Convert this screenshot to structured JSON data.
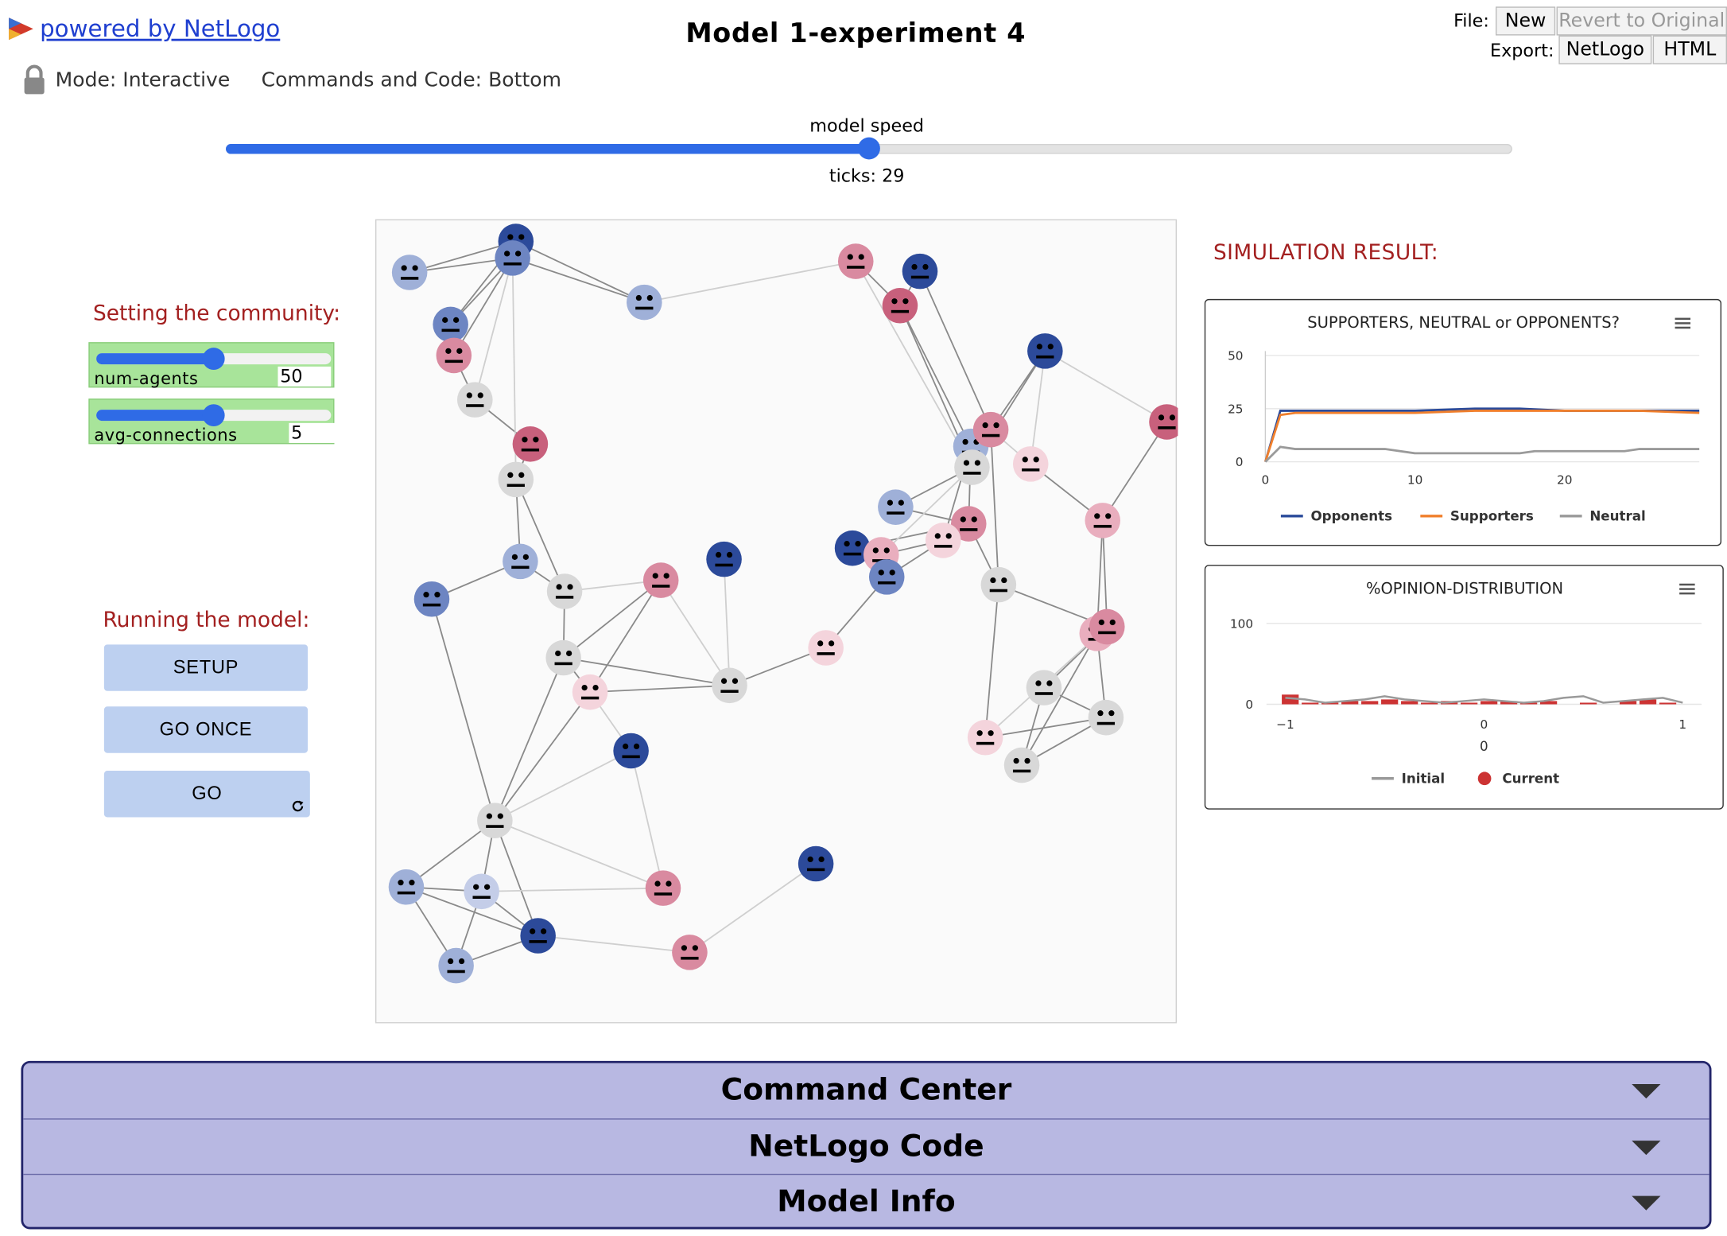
{
  "header": {
    "powered_by": "powered by NetLogo",
    "title": "Model 1-experiment 4",
    "mode": "Mode: Interactive",
    "commands_and_code": "Commands and Code: Bottom",
    "file_label": "File:",
    "export_label": "Export:",
    "new_button": "New",
    "revert_button": "Revert to Original",
    "export_netlogo": "NetLogo",
    "export_html": "HTML"
  },
  "speed": {
    "label": "model speed",
    "value_fraction": 0.5,
    "ticks": "ticks: 29"
  },
  "setup_section": {
    "title": "Setting the community:",
    "num_agents": {
      "name": "num-agents",
      "value": "50",
      "fraction": 0.5
    },
    "avg_connections": {
      "name": "avg-connections",
      "value": "5",
      "fraction": 0.5
    }
  },
  "run_section": {
    "title": "Running the model:",
    "setup": "SETUP",
    "go_once": "GO ONCE",
    "go": "GO"
  },
  "simulation_label": "SIMULATION RESULT:",
  "colors": {
    "accent_red": "#a32020",
    "slider_bg": "#a8e49a",
    "slider_blue": "#2f6be6",
    "button_bg": "#bdd0f0",
    "accordion_bg": "#b8b8e2",
    "opponents": "#2a4a9a",
    "supporters": "#f07f2c",
    "neutral": "#9a9a9a",
    "current": "#cc3333"
  },
  "chart_data": [
    {
      "type": "line",
      "title": "SUPPORTERS, NEUTRAL or OPPONENTS?",
      "xlim": [
        0,
        29
      ],
      "ylim": [
        0,
        50
      ],
      "yticks": [
        0,
        25,
        50
      ],
      "xticks": [
        0,
        10,
        20
      ],
      "legend": "bottom",
      "series": [
        {
          "name": "Opponents",
          "color": "#2a4a9a",
          "x": [
            0,
            1,
            2,
            10,
            14,
            17,
            20,
            25,
            29
          ],
          "y": [
            0,
            24,
            24,
            24,
            25,
            25,
            24,
            24,
            24
          ]
        },
        {
          "name": "Supporters",
          "color": "#f07f2c",
          "x": [
            0,
            1,
            2,
            10,
            14,
            17,
            20,
            25,
            29
          ],
          "y": [
            0,
            22,
            23,
            23,
            24,
            24,
            24,
            24,
            23
          ]
        },
        {
          "name": "Neutral",
          "color": "#9a9a9a",
          "x": [
            0,
            1,
            2,
            8,
            10,
            17,
            18,
            24,
            25,
            29
          ],
          "y": [
            0,
            7,
            6,
            6,
            4,
            4,
            5,
            5,
            6,
            6
          ]
        }
      ]
    },
    {
      "type": "bar",
      "title": "%OPINION-DISTRIBUTION",
      "xlim": [
        -1,
        1
      ],
      "ylim": [
        0,
        100
      ],
      "yticks": [
        0,
        100
      ],
      "xticks": [
        -1,
        0,
        1
      ],
      "xlabel": "0",
      "legend": "bottom",
      "series": [
        {
          "name": "Initial",
          "color": "#9a9a9a",
          "x": [
            -1,
            -0.9,
            -0.8,
            -0.7,
            -0.6,
            -0.5,
            -0.4,
            -0.3,
            -0.2,
            -0.1,
            0,
            0.1,
            0.2,
            0.3,
            0.4,
            0.5,
            0.6,
            0.7,
            0.8,
            0.9,
            1
          ],
          "y": [
            8,
            6,
            2,
            4,
            6,
            10,
            6,
            4,
            2,
            4,
            6,
            4,
            2,
            4,
            8,
            10,
            2,
            4,
            6,
            8,
            2
          ]
        },
        {
          "name": "Current",
          "color": "#cc3333",
          "x": [
            -0.975,
            -0.875,
            -0.775,
            -0.675,
            -0.575,
            -0.475,
            -0.375,
            -0.275,
            -0.175,
            -0.075,
            0.025,
            0.125,
            0.225,
            0.325,
            0.425,
            0.525,
            0.625,
            0.725,
            0.825,
            0.925
          ],
          "y": [
            12,
            2,
            2,
            4,
            4,
            6,
            4,
            2,
            4,
            2,
            4,
            4,
            2,
            4,
            0,
            2,
            0,
            4,
            6,
            2
          ]
        }
      ]
    }
  ],
  "accordion": {
    "command_center": "Command Center",
    "netlogo_code": "NetLogo Code",
    "model_info": "Model Info"
  }
}
